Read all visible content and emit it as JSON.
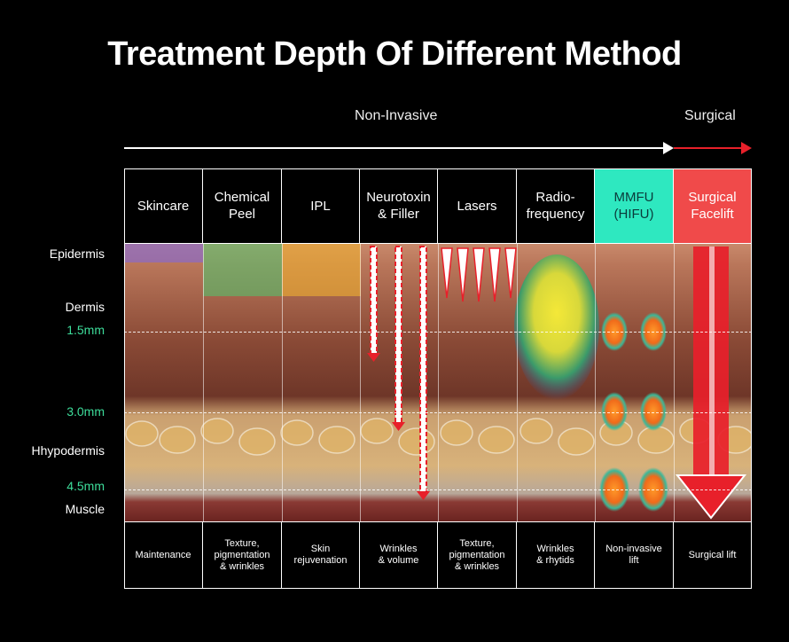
{
  "title": "Treatment Depth Of Different Method",
  "categories": {
    "non_invasive": "Non-Invasive",
    "surgical": "Surgical"
  },
  "columns": [
    {
      "header": "Skincare",
      "footer": "Maintenance"
    },
    {
      "header": "Chemical\nPeel",
      "footer": "Texture,\npigmentation\n& wrinkles"
    },
    {
      "header": "IPL",
      "footer": "Skin\nrejuvenation"
    },
    {
      "header": "Neurotoxin\n& Filler",
      "footer": "Wrinkles\n& volume"
    },
    {
      "header": "Lasers",
      "footer": "Texture,\npigmentation\n& wrinkles"
    },
    {
      "header": "Radio-\nfrequency",
      "footer": "Wrinkles\n& rhytids"
    },
    {
      "header": "MMFU\n(HIFU)",
      "footer": "Non-invasive\nlift"
    },
    {
      "header": "Surgical\nFacelift",
      "footer": "Surgical lift"
    }
  ],
  "layers": {
    "epidermis": "Epidermis",
    "dermis": "Dermis",
    "hypodermis": "Hhypodermis",
    "muscle": "Muscle"
  },
  "depths": {
    "d1": "1.5mm",
    "d2": "3.0mm",
    "d3": "4.5mm"
  },
  "colors": {
    "background": "#000000",
    "mmfu_header": "#2ee8c0",
    "surgical_header": "#f04a4a",
    "surgical_arrow": "#e8202a",
    "depth_text": "#3ddc9a"
  }
}
